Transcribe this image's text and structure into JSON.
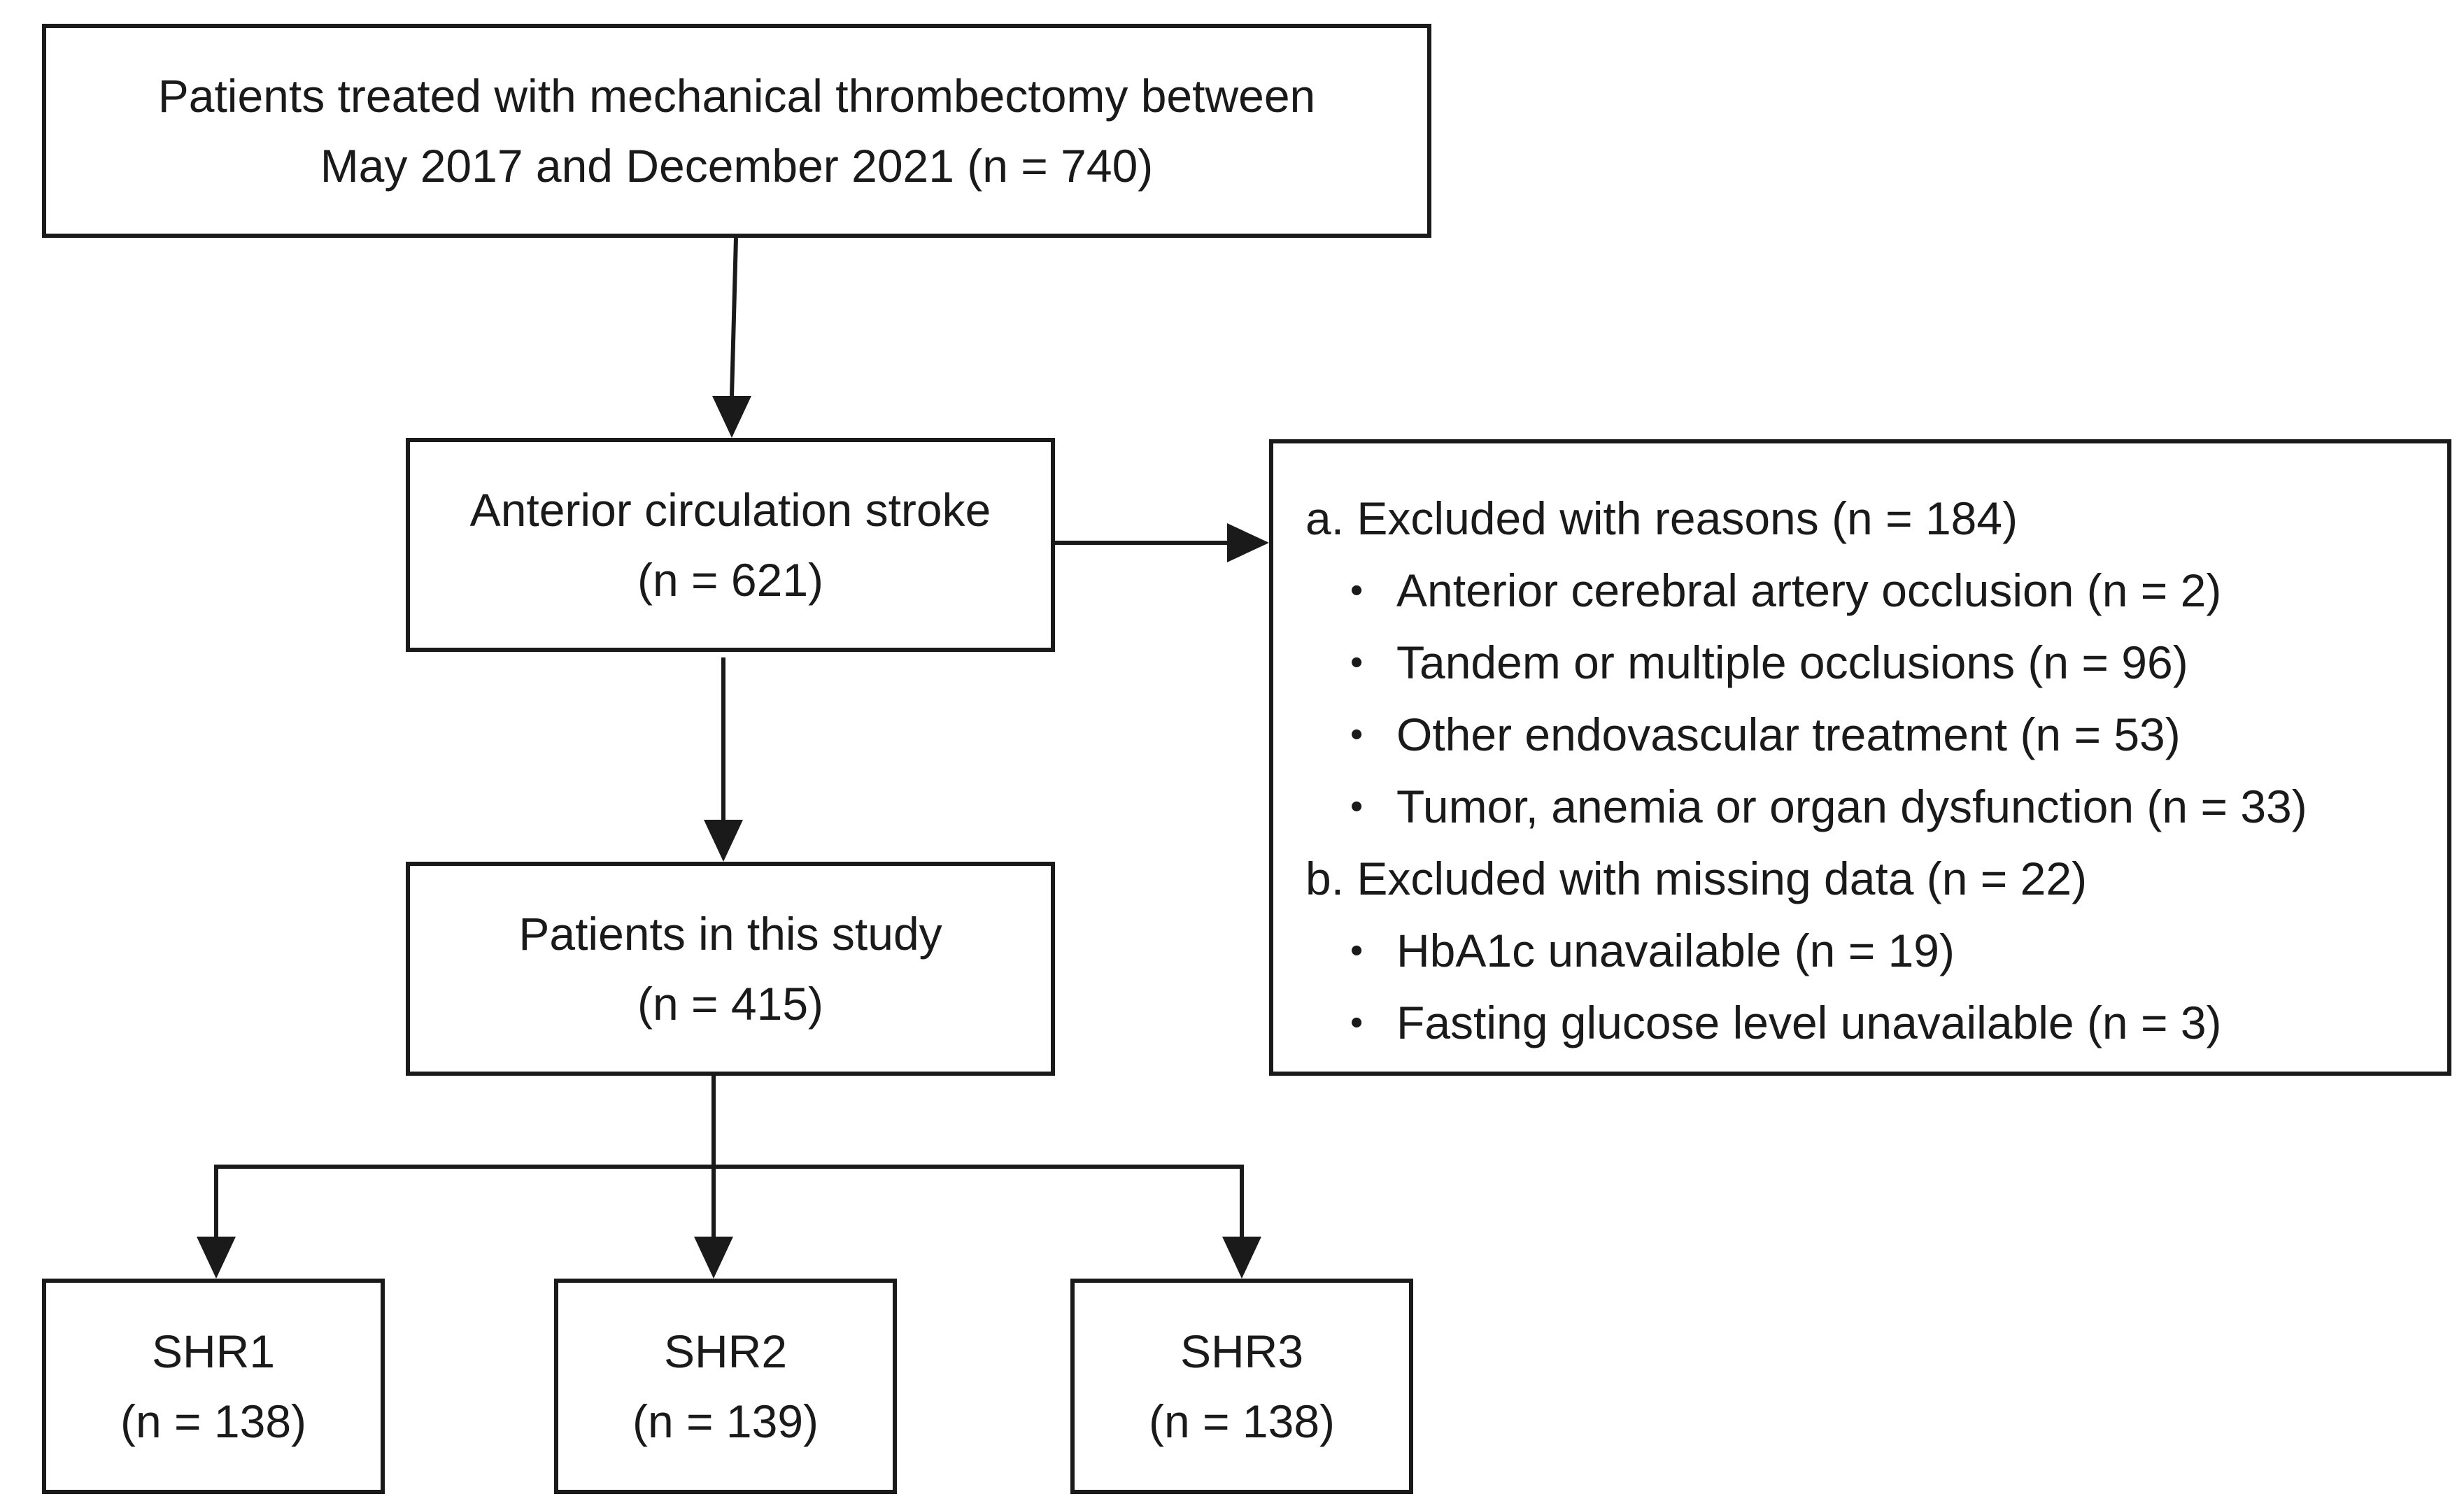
{
  "total": {
    "line1": "Patients treated with mechanical thrombectomy between",
    "line2": "May 2017 and December 2021 (n = 740)"
  },
  "anterior": {
    "line1": "Anterior circulation stroke",
    "line2": "(n = 621)"
  },
  "excluded": {
    "reasons_heading": "a. Excluded with reasons (n = 184)",
    "reasons": [
      "Anterior cerebral artery occlusion (n = 2)",
      "Tandem or multiple occlusions (n = 96)",
      "Other endovascular treatment (n = 53)",
      "Tumor, anemia or organ dysfunction (n = 33)"
    ],
    "missing_heading": "b. Excluded with missing data (n = 22)",
    "missing": [
      "HbA1c unavailable (n = 19)",
      "Fasting glucose level unavailable (n = 3)"
    ]
  },
  "study": {
    "line1": "Patients in this study",
    "line2": "(n = 415)"
  },
  "groups": [
    {
      "name": "SHR1",
      "count": "(n = 138)"
    },
    {
      "name": "SHR2",
      "count": "(n = 139)"
    },
    {
      "name": "SHR3",
      "count": "(n = 138)"
    }
  ]
}
